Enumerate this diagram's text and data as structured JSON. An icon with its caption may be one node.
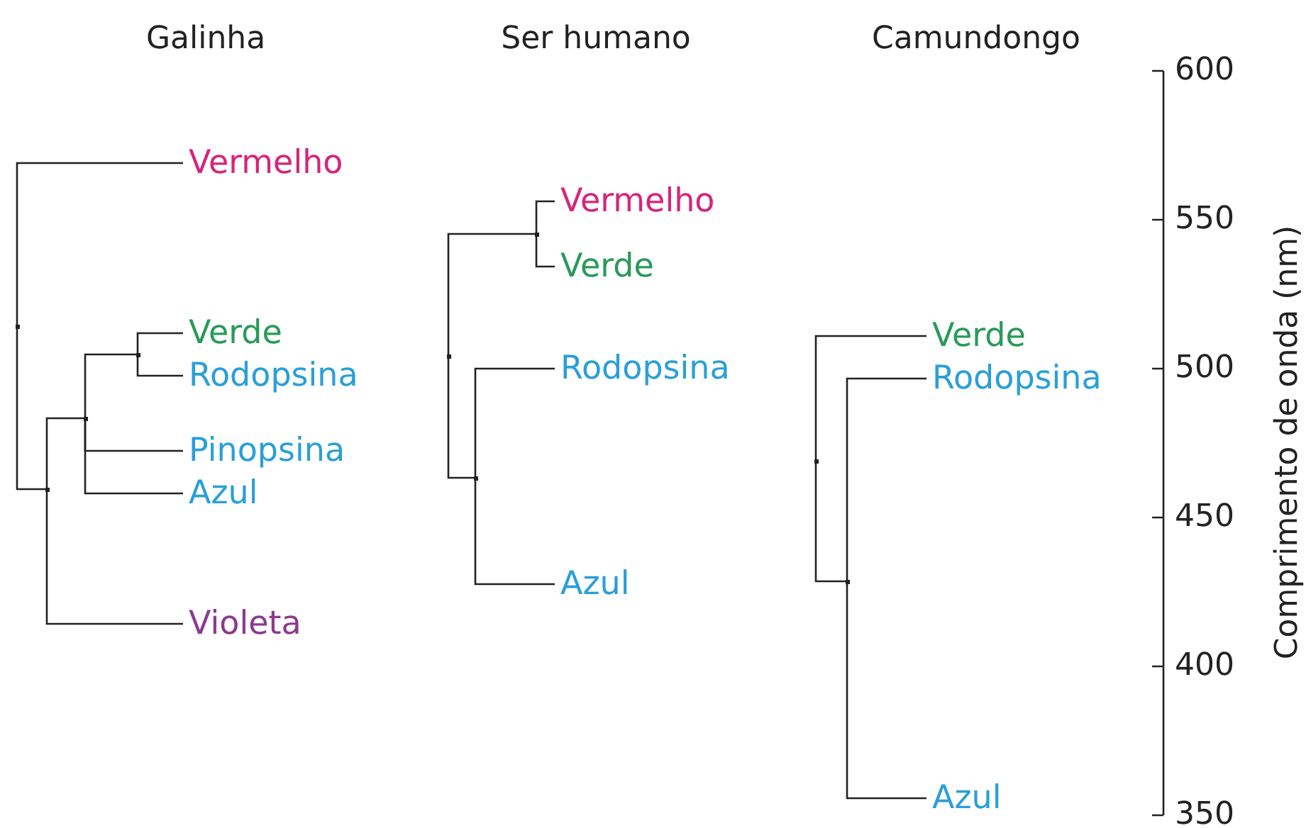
{
  "diagram": {
    "nodes": [
      {
        "text": [],
        "shape": "point"
      },
      {
        "text": [
          "Vermelho"
        ]
      },
      {
        "text": [],
        "shape": "point"
      },
      {
        "text": [],
        "shape": "point"
      },
      {
        "text": [],
        "shape": "point"
      },
      {
        "text": [
          "Verde"
        ]
      },
      {
        "text": [
          "Rodopsina"
        ]
      },
      {
        "text": [
          "Pinopsina"
        ]
      },
      {
        "text": [
          "Azul"
        ]
      },
      {
        "text": [
          "Violeta"
        ]
      },
      {
        "text": [],
        "shape": "point"
      },
      {
        "text": [],
        "shape": "point"
      },
      {
        "text": [
          "Vermelho"
        ]
      },
      {
        "text": [
          "Verde"
        ]
      },
      {
        "text": [],
        "shape": "point"
      },
      {
        "text": [
          "Rodopsina"
        ]
      },
      {
        "text": [
          "Azul"
        ]
      },
      {
        "text": [],
        "shape": "point"
      },
      {
        "text": [
          "Verde"
        ]
      },
      {
        "text": [],
        "shape": "point"
      },
      {
        "text": [
          "Rodopsina"
        ]
      },
      {
        "text": [
          "Azul"
        ]
      }
    ],
    "edges": [
      {
        "from": 0,
        "to": 1,
        "arrow": "none"
      },
      {
        "from": 0,
        "to": 2,
        "arrow": "none"
      },
      {
        "from": 2,
        "to": 3,
        "arrow": "none"
      },
      {
        "from": 2,
        "to": 9,
        "arrow": "none"
      },
      {
        "from": 3,
        "to": 4,
        "arrow": "none"
      },
      {
        "from": 3,
        "to": 7,
        "arrow": "none"
      },
      {
        "from": 3,
        "to": 8,
        "arrow": "none"
      },
      {
        "from": 4,
        "to": 5,
        "arrow": "none"
      },
      {
        "from": 4,
        "to": 6,
        "arrow": "none"
      },
      {
        "from": 10,
        "to": 11,
        "arrow": "none"
      },
      {
        "from": 10,
        "to": 14,
        "arrow": "none"
      },
      {
        "from": 11,
        "to": 12,
        "arrow": "none"
      },
      {
        "from": 11,
        "to": 13,
        "arrow": "none"
      },
      {
        "from": 14,
        "to": 15,
        "arrow": "none"
      },
      {
        "from": 14,
        "to": 16,
        "arrow": "none"
      },
      {
        "from": 17,
        "to": 18,
        "arrow": "none"
      },
      {
        "from": 17,
        "to": 19,
        "arrow": "none"
      },
      {
        "from": 19,
        "to": 20,
        "arrow": "none"
      },
      {
        "from": 19,
        "to": 21,
        "arrow": "none"
      }
    ],
    "labels": [
      "Galinha",
      "Ser humano",
      "Camundongo",
      "600",
      "550",
      "500",
      "450",
      "400",
      "350",
      "Comprimento de onda (nm)"
    ]
  }
}
